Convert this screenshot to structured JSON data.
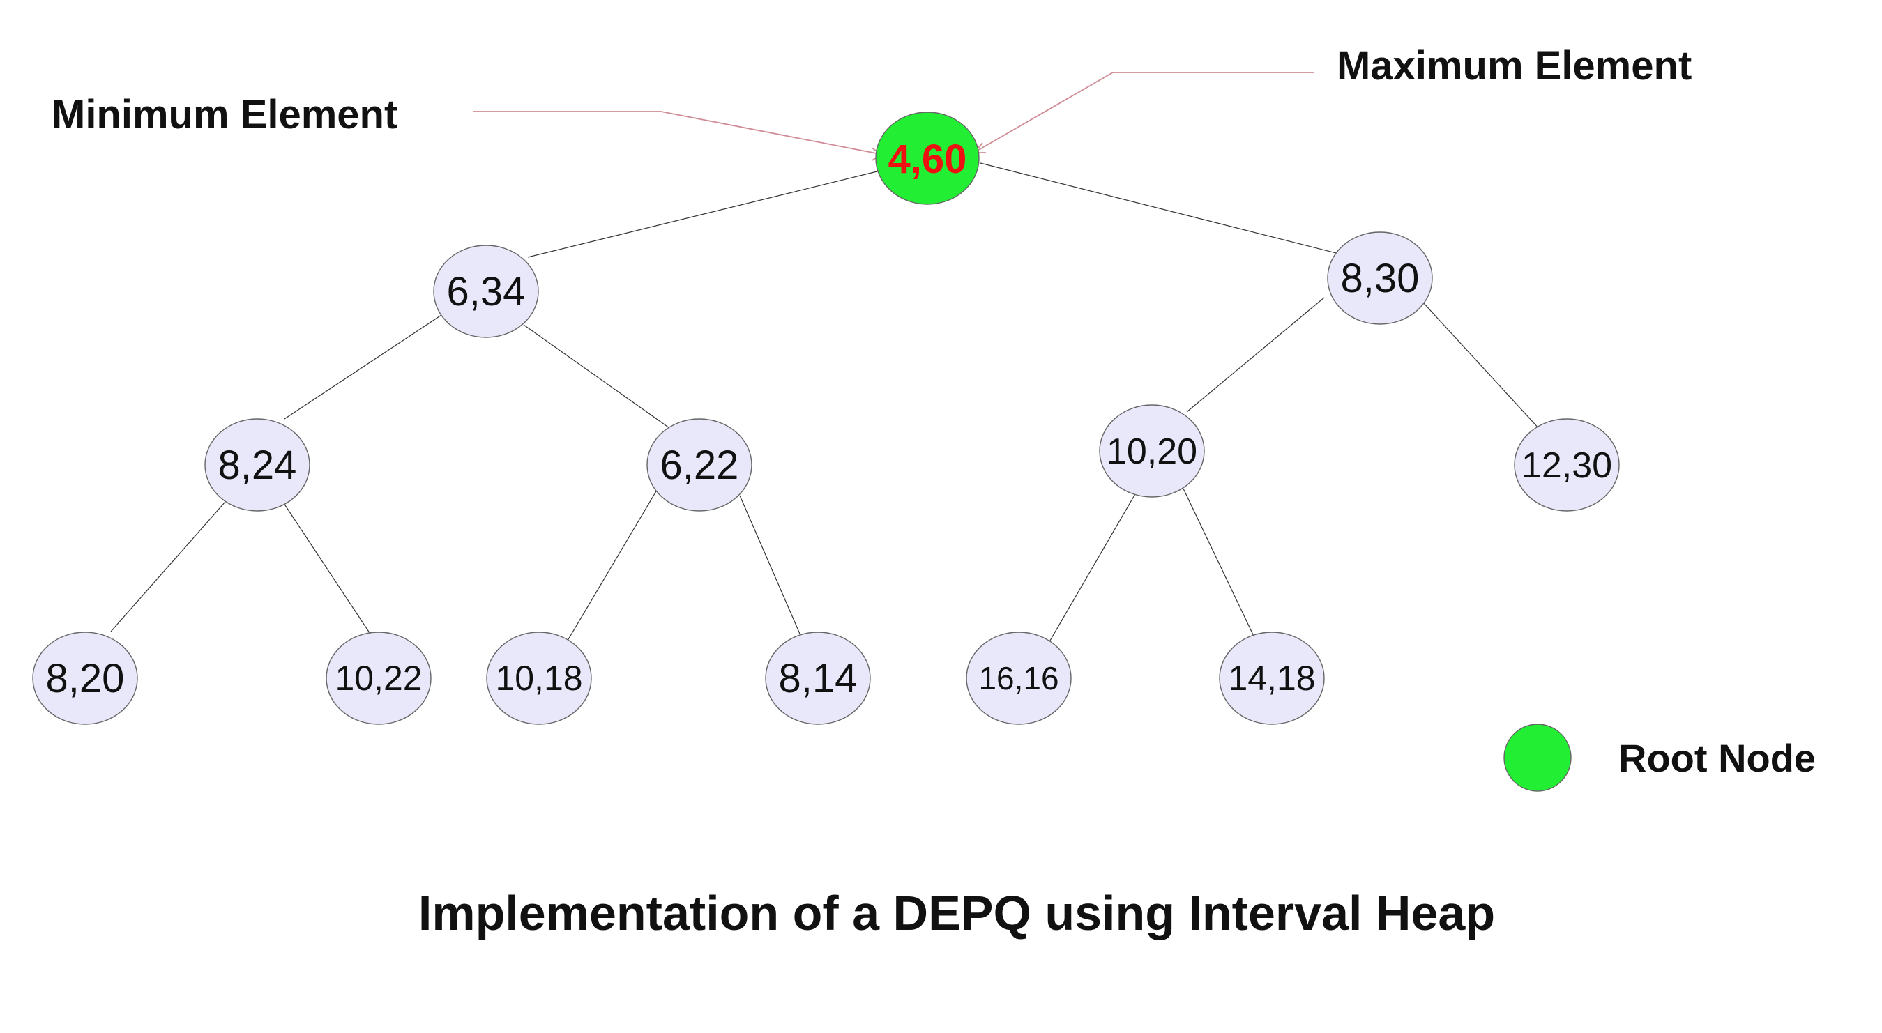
{
  "title": "Implementation of a DEPQ using Interval Heap",
  "annotations": {
    "min_label": "Minimum Element",
    "max_label": "Maximum Element",
    "legend_label": "Root Node"
  },
  "colors": {
    "root_fill": "#22ee33",
    "node_fill": "#e8e8fa",
    "root_text": "#ee1111",
    "arrow": "#d08c96"
  },
  "tree": {
    "root": {
      "label": "4,60"
    },
    "level1": [
      {
        "label": "6,34"
      },
      {
        "label": "8,30"
      }
    ],
    "level2": [
      {
        "label": "8,24"
      },
      {
        "label": "6,22"
      },
      {
        "label": "10,20"
      },
      {
        "label": "12,30"
      }
    ],
    "level3": [
      {
        "label": "8,20"
      },
      {
        "label": "10,22"
      },
      {
        "label": "10,18"
      },
      {
        "label": "8,14"
      },
      {
        "label": "16,16"
      },
      {
        "label": "14,18"
      }
    ]
  }
}
